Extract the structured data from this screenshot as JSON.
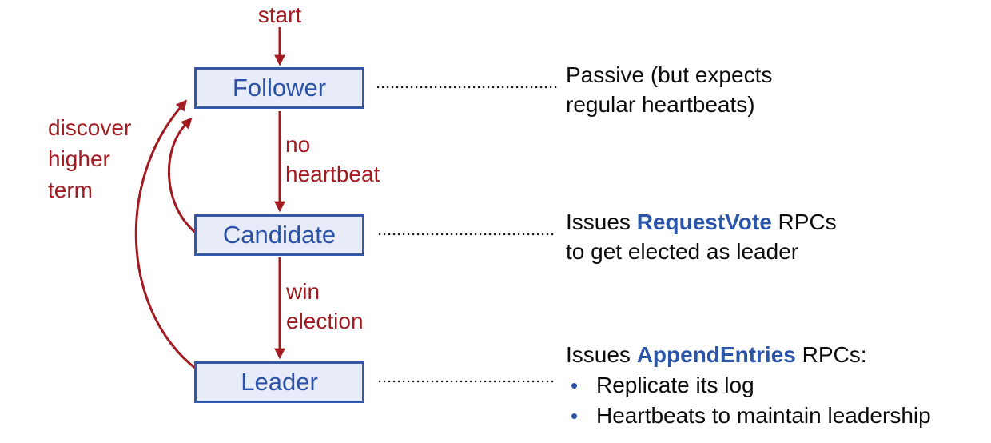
{
  "diagram": {
    "states": {
      "follower": "Follower",
      "candidate": "Candidate",
      "leader": "Leader"
    },
    "transitions": {
      "start": "start",
      "no_heartbeat": [
        "no",
        "heartbeat"
      ],
      "win_election": [
        "win",
        "election"
      ],
      "discover_higher_term": [
        "discover",
        "higher",
        "term"
      ]
    },
    "annotations": {
      "follower": {
        "line1": "Passive (but expects",
        "line2": "regular heartbeats)"
      },
      "candidate": {
        "prefix": "Issues ",
        "keyword": "RequestVote",
        "suffix": " RPCs",
        "line2": "to get elected as leader"
      },
      "leader": {
        "prefix": "Issues ",
        "keyword": "AppendEntries",
        "suffix": " RPCs:",
        "bullets": [
          "Replicate its log",
          "Heartbeats to maintain leadership"
        ],
        "bullet_glyph": "•"
      }
    }
  },
  "colors": {
    "arrow_red": "#a11b21",
    "state_text_blue": "#2b52a5",
    "box_border_blue": "#3558a8",
    "box_fill": "#e8ecf8",
    "annotation_black": "#0b0b0b",
    "keyword_blue": "#2b55a8",
    "background": "#ffffff"
  }
}
